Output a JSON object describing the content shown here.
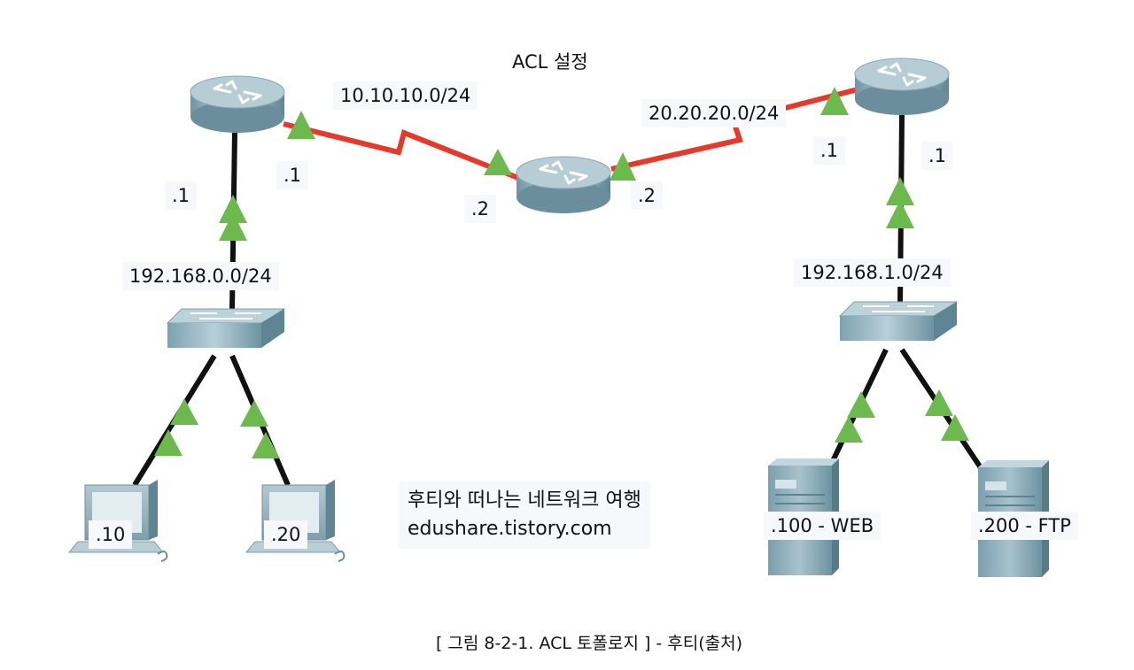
{
  "title": "ACL 설정",
  "networks": {
    "left_lan": "192.168.0.0/24",
    "left_wan": "10.10.10.0/24",
    "right_wan": "20.20.20.0/24",
    "right_lan": "192.168.1.0/24"
  },
  "interfaces": {
    "r1_lan": ".1",
    "r1_wan": ".1",
    "r2_left": ".2",
    "r2_right": ".2",
    "r3_wan": ".1",
    "r3_lan": ".1"
  },
  "hosts": {
    "pc1": ".10",
    "pc2": ".20",
    "web": ".100 - WEB",
    "ftp": ".200 - FTP"
  },
  "note": {
    "line1": "후티와 떠나는 네트워크 여행",
    "line2": "edushare.tistory.com"
  },
  "caption": "[ 그림 8-2-1. ACL 토폴로지 ] - 후티(출처)",
  "colors": {
    "serial_link": "#e53a2b",
    "ethernet_link": "#111111",
    "link_up": "#6cb94e",
    "device_body": "#8fb3bf"
  }
}
